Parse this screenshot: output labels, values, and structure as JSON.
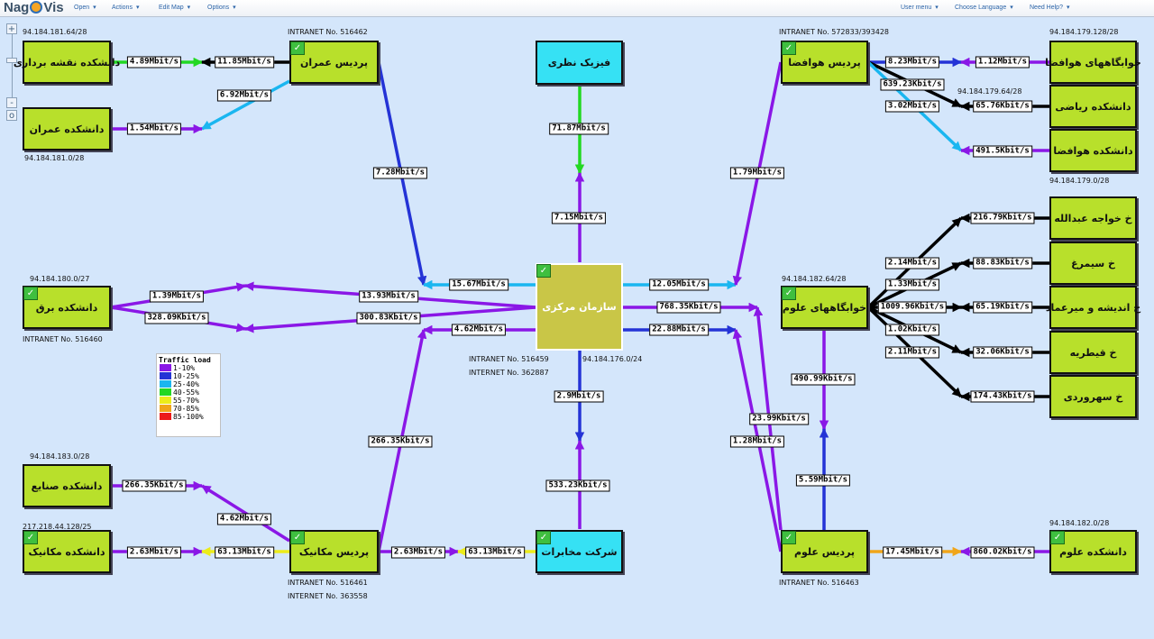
{
  "app": {
    "logo_part1": "Nag",
    "logo_part2": "Vis"
  },
  "menu": {
    "left": [
      "Open",
      "Actions",
      "Edit Map",
      "Options"
    ],
    "right": [
      "User menu",
      "Choose Language",
      "Need Help?"
    ],
    "chevron": "▾"
  },
  "zoom": {
    "zoom_in": "+",
    "zoom_out": "-",
    "reset": "o"
  },
  "colors": {
    "background": "#d4e6fb",
    "host_box": "#b8e02b",
    "central_box": "#c9c647",
    "blue_box": "#36e1f4",
    "status_ok": "#3fbf3f"
  },
  "nodes": {
    "naghsheh": {
      "name": "دانشکده نقشه برداری"
    },
    "omran_f": {
      "name": "دانشکده عمران"
    },
    "omran_c": {
      "name": "پردیس عمران"
    },
    "fizik": {
      "name": "فیزیک نظری"
    },
    "havafaza_c": {
      "name": "پردیس هوافضا"
    },
    "khab_hava": {
      "name": "خوابگاههای هوافضا"
    },
    "riazi": {
      "name": "دانشکده ریاضی"
    },
    "havafaza_f": {
      "name": "دانشکده هوافضا"
    },
    "bargh": {
      "name": "دانشکده برق"
    },
    "central": {
      "name": "سازمان مرکزی"
    },
    "khab_olum": {
      "name": "خوابگاههای علوم"
    },
    "abdollah": {
      "name": "خ خواجه عبدالله"
    },
    "simorgh": {
      "name": "خ سیمرغ"
    },
    "andisheh": {
      "name": "خ اندیشه و میرعماد"
    },
    "gheytarieh": {
      "name": "خ قیطریه"
    },
    "sohrevardi": {
      "name": "خ سهروردی"
    },
    "sanaye": {
      "name": "دانشکده صنایع"
    },
    "mekanik_f": {
      "name": "دانشکده مکانیک"
    },
    "mekanik_c": {
      "name": "پردیس مکانیک"
    },
    "mokhaberat": {
      "name": "شرکت مخابرات"
    },
    "olum_c": {
      "name": "پردیس علوم"
    },
    "olum_f": {
      "name": "دانشکده علوم"
    }
  },
  "labels": {
    "l1": "94.184.181.64/28",
    "l2": "94.184.181.0/28",
    "l3": "INTRANET No. 516462",
    "l4": "INTRANET No. 572833/393428",
    "l5": "94.184.179.128/28",
    "l6": "94.184.179.64/28",
    "l7": "94.184.179.0/28",
    "l8": "94.184.180.0/27",
    "l9": "INTRANET No. 516460",
    "l10": "94.184.182.64/28",
    "l11": "INTRANET No. 516459",
    "l12": "INTERNET No. 362887",
    "l13": "94.184.176.0/24",
    "l14": "94.184.183.0/28",
    "l15": "217.218.44.128/25",
    "l16": "INTRANET No. 516461",
    "l17": "INTERNET No. 363558",
    "l18": "INTRANET No. 516463",
    "l19": "94.184.182.0/28"
  },
  "bandwidth": {
    "b1": "4.89Mbit/s",
    "b2": "11.85Mbit/s",
    "b3": "6.92Mbit/s",
    "b4": "1.54Mbit/s",
    "b5": "7.28Mbit/s",
    "b6": "71.87Mbit/s",
    "b7": "7.15Mbit/s",
    "b8": "1.79Mbit/s",
    "b9": "8.23Mbit/s",
    "b10": "1.12Mbit/s",
    "b11": "639.23Kbit/s",
    "b12": "3.02Mbit/s",
    "b13": "65.76Kbit/s",
    "b14": "491.5Kbit/s",
    "b15": "216.79Kbit/s",
    "b16": "2.14Mbit/s",
    "b17": "88.83Kbit/s",
    "b18": "1.33Mbit/s",
    "b19": "1009.96Kbit/s",
    "b20": "65.19Kbit/s",
    "b21": "1.02Kbit/s",
    "b22": "32.06Kbit/s",
    "b23": "2.11Mbit/s",
    "b24": "174.43Kbit/s",
    "b25": "1.39Mbit/s",
    "b26": "13.93Mbit/s",
    "b27": "328.09Kbit/s",
    "b28": "300.83Kbit/s",
    "b29": "15.67Mbit/s",
    "b30": "12.05Mbit/s",
    "b31": "768.35Kbit/s",
    "b32": "4.62Mbit/s",
    "b33": "22.88Mbit/s",
    "b34": "490.99Kbit/s",
    "b35": "23.99Kbit/s",
    "b36": "1.28Mbit/s",
    "b37": "2.9Mbit/s",
    "b38": "266.35Kbit/s",
    "b39": "266.35Kbit/s",
    "b40": "4.62Mbit/s",
    "b41": "2.63Mbit/s",
    "b42": "63.13Mbit/s",
    "b43": "2.63Mbit/s",
    "b44": "63.13Mbit/s",
    "b45": "533.23Kbit/s",
    "b46": "5.59Mbit/s",
    "b47": "17.45Mbit/s",
    "b48": "860.02Kbit/s"
  },
  "legend": {
    "title": "Traffic load",
    "rows": [
      {
        "label": "1-10%",
        "color": "#8a17e6"
      },
      {
        "label": "10-25%",
        "color": "#2433d6"
      },
      {
        "label": "25-40%",
        "color": "#1ab6f0"
      },
      {
        "label": "40-55%",
        "color": "#22d822"
      },
      {
        "label": "55-70%",
        "color": "#ecec1a"
      },
      {
        "label": "70-85%",
        "color": "#f0a51a"
      },
      {
        "label": "85-100%",
        "color": "#ec1a1a"
      }
    ]
  }
}
